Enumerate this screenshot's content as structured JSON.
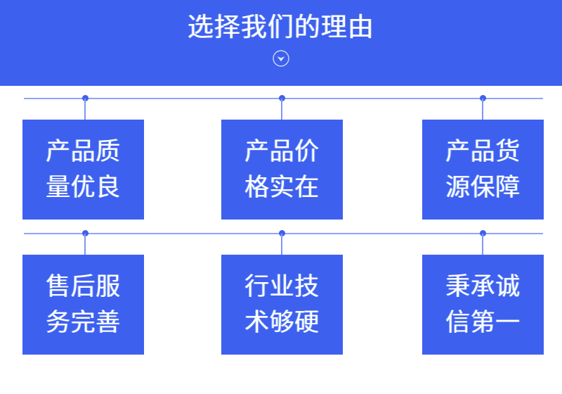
{
  "header": {
    "title": "选择我们的理由",
    "chevron_icon": "chevron-down-circle-icon",
    "background_color": "#3e60ee",
    "text_color": "#ffffff"
  },
  "theme": {
    "brand_blue": "#3e60ee",
    "line_blue": "#8fa3f5",
    "stem_blue": "#7f97f2",
    "page_background": "#ffffff"
  },
  "rows": [
    {
      "id": "row-1",
      "cards": [
        {
          "line1": "产品质",
          "line2": "量优良",
          "text": "产品质\n量优良"
        },
        {
          "line1": "产品价",
          "line2": "格实在",
          "text": "产品价\n格实在"
        },
        {
          "line1": "产品货",
          "line2": "源保障",
          "text": "产品货\n源保障"
        }
      ]
    },
    {
      "id": "row-2",
      "cards": [
        {
          "line1": "售后服",
          "line2": "务完善",
          "text": "售后服\n务完善"
        },
        {
          "line1": "行业技",
          "line2": "术够硬",
          "text": "行业技\n术够硬"
        },
        {
          "line1": "秉承诚",
          "line2": "信第一",
          "text": "秉承诚\n信第一"
        }
      ]
    }
  ]
}
